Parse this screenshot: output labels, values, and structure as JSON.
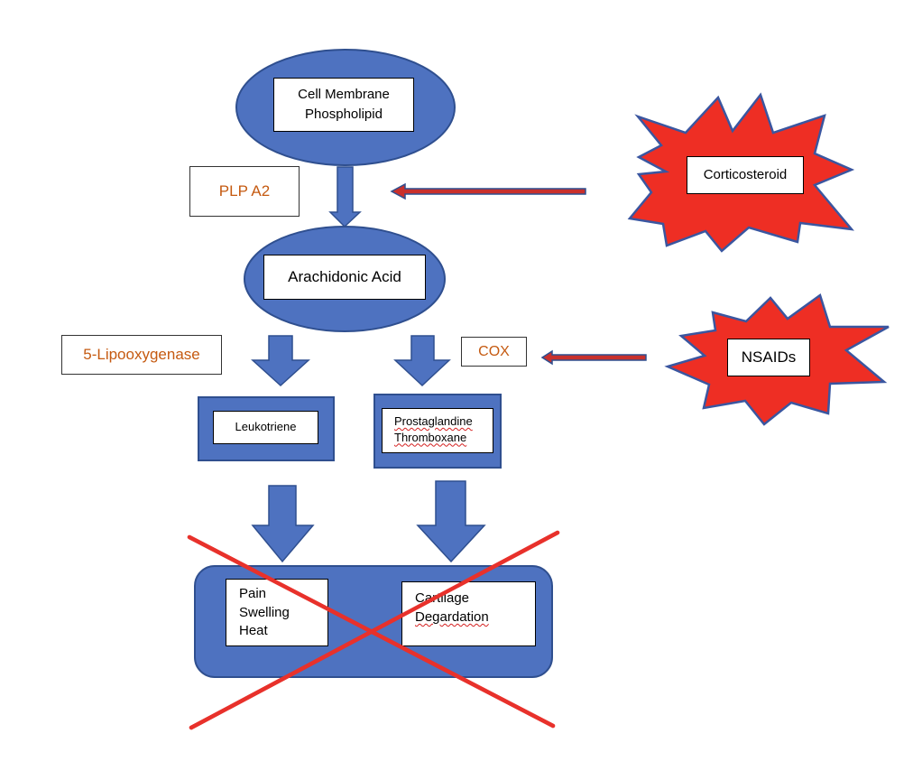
{
  "colors": {
    "shape_fill": "#4e72c0",
    "shape_stroke": "#2f4f8f",
    "burst_fill": "#ee2e24",
    "burst_stroke": "#3a56a0",
    "inhibitor_arrow_fill": "#c9302c",
    "enzyme_text": "#c55a11",
    "cross": "#e8312b"
  },
  "nodes": {
    "membrane": {
      "line1": "Cell Membrane",
      "line2": "Phospholipid"
    },
    "arachidonic": {
      "label": "Arachidonic Acid"
    },
    "leukotriene": {
      "label": "Leukotriene"
    },
    "prostaglandine": {
      "line1": "Prostaglandine",
      "line2": "Thromboxane"
    },
    "symptoms": {
      "line1": "Pain",
      "line2": "Swelling",
      "line3": "Heat"
    },
    "cartilage": {
      "line1": "Cartilage",
      "line2": "Degardation"
    }
  },
  "enzymes": {
    "plp_a2": "PLP A2",
    "lipooxygenase": "5-Lipooxygenase",
    "cox": "COX"
  },
  "drugs": {
    "corticosteroid": "Corticosteroid",
    "nsaids": "NSAIDs"
  }
}
